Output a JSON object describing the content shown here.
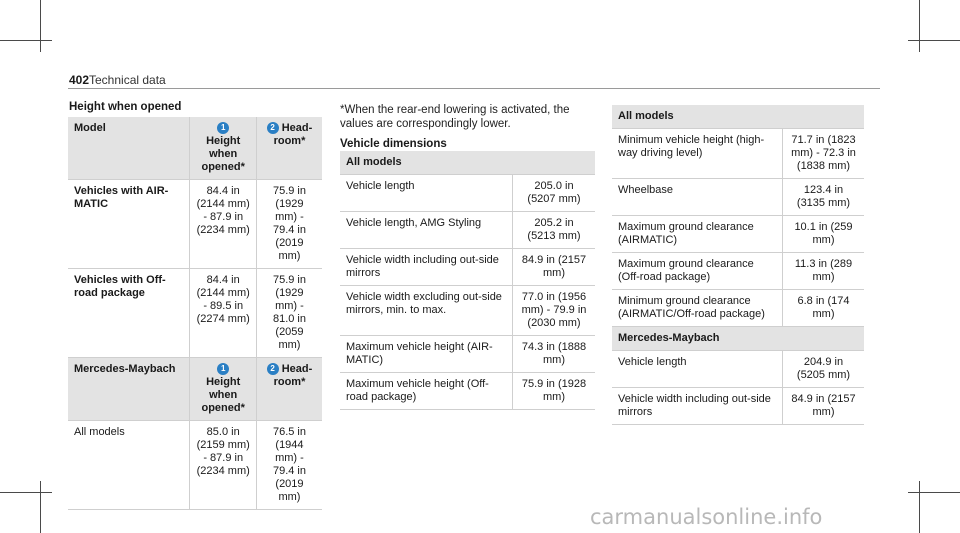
{
  "header": {
    "page_number": "402",
    "section": "Technical data"
  },
  "left": {
    "heading": "Height when opened",
    "col_model": "Model",
    "col_height_badge": "1",
    "col_height": "Height when opened*",
    "col_head_badge": "2",
    "col_head": "Head-room*",
    "rows": [
      {
        "model": "Vehicles with AIR-MATIC",
        "height": "84.4 in (2144 mm) - 87.9 in (2234 mm)",
        "head": "75.9 in (1929 mm) - 79.4 in (2019 mm)"
      },
      {
        "model": "Vehicles with Off-road package",
        "height": "84.4 in (2144 mm) - 89.5 in (2274 mm)",
        "head": "75.9 in (1929 mm) - 81.0 in (2059 mm)"
      }
    ],
    "sub_model": "Mercedes-Maybach",
    "sub_rows": [
      {
        "model": "All models",
        "height": "85.0 in (2159 mm) - 87.9 in (2234 mm)",
        "head": "76.5 in (1944 mm) - 79.4 in (2019 mm)"
      }
    ]
  },
  "middle": {
    "note": "*When the rear-end lowering is activated, the values are correspondingly lower.",
    "heading": "Vehicle dimensions",
    "table_header": "All models",
    "rows": [
      {
        "label": "Vehicle length",
        "value": "205.0 in (5207 mm)"
      },
      {
        "label": "Vehicle length, AMG Styling",
        "value": "205.2 in (5213 mm)"
      },
      {
        "label": "Vehicle width including out-side mirrors",
        "value": "84.9 in (2157 mm)"
      },
      {
        "label": "Vehicle width excluding out-side mirrors, min. to max.",
        "value": "77.0 in (1956 mm) - 79.9 in (2030 mm)"
      },
      {
        "label": "Maximum vehicle height (AIR-MATIC)",
        "value": "74.3 in (1888 mm)"
      },
      {
        "label": "Maximum vehicle height (Off-road package)",
        "value": "75.9 in (1928 mm)"
      }
    ]
  },
  "right": {
    "table_header": "All models",
    "rows": [
      {
        "label": "Minimum vehicle height (high-way driving level)",
        "value": "71.7 in (1823 mm) - 72.3 in (1838 mm)"
      },
      {
        "label": "Wheelbase",
        "value": "123.4 in (3135 mm)"
      },
      {
        "label": "Maximum ground clearance (AIRMATIC)",
        "value": "10.1 in (259 mm)"
      },
      {
        "label": "Maximum ground clearance (Off-road package)",
        "value": "11.3 in (289 mm)"
      },
      {
        "label": "Minimum ground clearance (AIRMATIC/Off-road package)",
        "value": "6.8 in (174 mm)"
      }
    ],
    "sub_header": "Mercedes-Maybach",
    "sub_rows": [
      {
        "label": "Vehicle length",
        "value": "204.9 in (5205 mm)"
      },
      {
        "label": "Vehicle width including out-side mirrors",
        "value": "84.9 in (2157 mm)"
      }
    ]
  },
  "watermark": "carmanualsonline.info",
  "colors": {
    "badge": "#2a7fc4",
    "header_bg": "#e3e3e3"
  }
}
